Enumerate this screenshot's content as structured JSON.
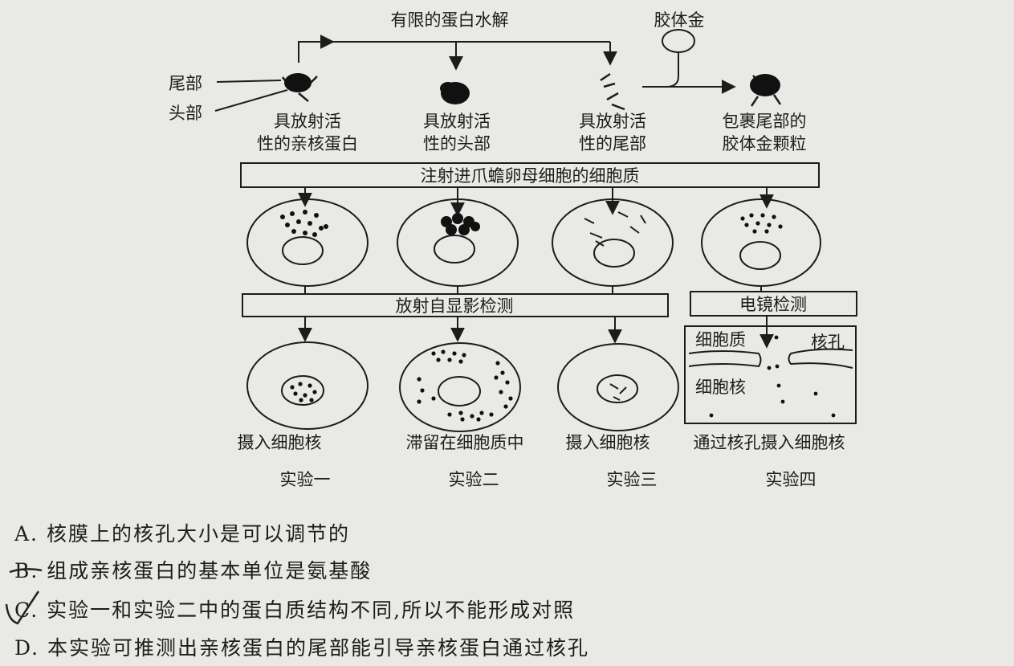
{
  "labels": {
    "hydrolysis": "有限的蛋白水解",
    "colloidal_gold": "胶体金",
    "tail": "尾部",
    "head": "头部",
    "nucleoplasmin_1": "具放射活",
    "nucleoplasmin_2": "性的亲核蛋白",
    "head_piece_1": "具放射活",
    "head_piece_2": "性的头部",
    "tail_piece_1": "具放射活",
    "tail_piece_2": "性的尾部",
    "gold_tail_1": "包裹尾部的",
    "gold_tail_2": "胶体金颗粒",
    "injection_bar": "注射进爪蟾卵母细胞的细胞质",
    "autoradiography_bar": "放射自显影检测",
    "em_bar": "电镜检测",
    "em_cytoplasm": "细胞质",
    "em_nuclear_pore": "核孔",
    "em_nucleus": "细胞核",
    "result_1": "摄入细胞核",
    "result_2": "滞留在细胞质中",
    "result_3": "摄入细胞核",
    "result_4": "通过核孔摄入细胞核",
    "exp_1": "实验一",
    "exp_2": "实验二",
    "exp_3": "实验三",
    "exp_4": "实验四"
  },
  "options": [
    {
      "text": "A. 核膜上的核孔大小是可以调节的"
    },
    {
      "text": "B. 组成亲核蛋白的基本单位是氨基酸"
    },
    {
      "text": "C. 实验一和实验二中的蛋白质结构不同,所以不能形成对照"
    },
    {
      "text": "D. 本实验可推测出亲核蛋白的尾部能引导亲核蛋白通过核孔"
    }
  ]
}
